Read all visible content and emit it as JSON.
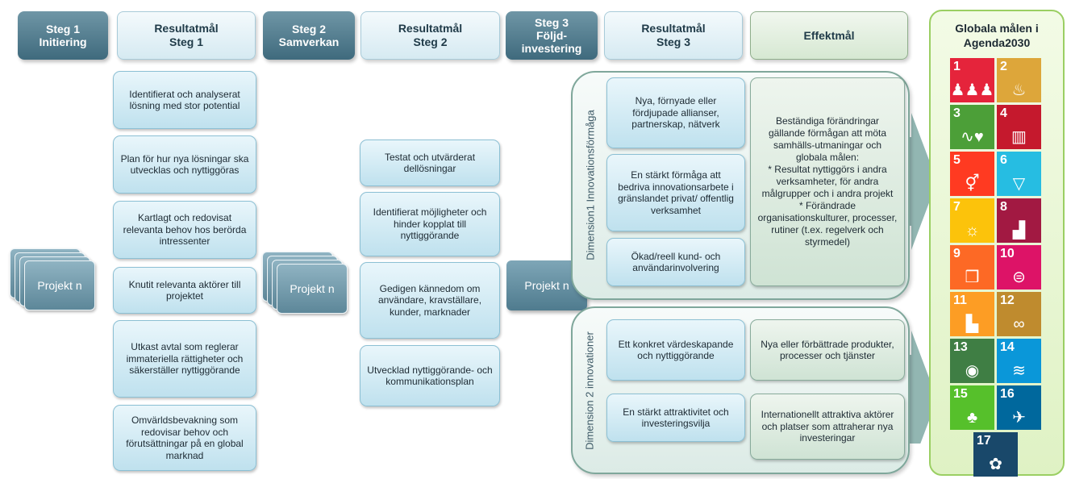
{
  "headers": {
    "steg1": "Steg 1\nInitiering",
    "res1": "Resultatmål\nSteg 1",
    "steg2": "Steg 2\nSamverkan",
    "res2": "Resultatmål\nSteg 2",
    "steg3": "Steg 3\nFöljd-\ninvestering",
    "res3": "Resultatmål\nSteg 3",
    "effekt": "Effektmål"
  },
  "steg1_results": [
    "Identifierat och analyserat lösning med stor potential",
    "Plan för hur nya lösningar ska utvecklas och nyttiggöras",
    "Kartlagt och redovisat relevanta behov hos berörda intressenter",
    "Knutit relevanta aktörer till projektet",
    "Utkast avtal som reglerar immateriella rättigheter och säkerställer nyttiggörande",
    "Omvärldsbevakning som redovisar behov och förutsättningar på en global marknad"
  ],
  "steg2_results": [
    "Testat och utvärderat dellösningar",
    "Identifierat möjligheter och hinder kopplat till nyttiggörande",
    "Gedigen kännedom om användare, kravställare, kunder, marknader",
    "Utvecklad nyttiggörande- och kommunikationsplan"
  ],
  "projekt_label": "Projekt n",
  "dimension1": {
    "label": "Dimension1 Innovationsförmåga",
    "results": [
      "Nya, förnyade eller fördjupade allianser, partnerskap, nätverk",
      "En stärkt förmåga att bedriva innovationsarbete i gränslandet privat/ offentlig verksamhet",
      "Ökad/reell kund- och användarinvolvering"
    ],
    "effekt": "Beständiga förändringar gällande förmågan att möta samhälls-utmaningar och globala målen:\n* Resultat nyttiggörs i andra verksamheter, för andra målgrupper och i andra projekt\n* Förändrade organisationskulturer, processer, rutiner (t.ex. regelverk och styrmedel)"
  },
  "dimension2": {
    "label": "Dimension 2 innovationer",
    "results": [
      "Ett konkret värdeskapande och nyttiggörande",
      "En stärkt attraktivitet och investeringsvilja"
    ],
    "effekt": [
      "Nya eller förbättrade produkter, processer och tjänster",
      "Internationellt attraktiva aktörer och platser som attraherar nya investeringar"
    ]
  },
  "sdg": {
    "title": "Globala målen i\nAgenda2030",
    "goals": [
      {
        "num": "1",
        "color": "#e5243b",
        "icon": "people-icon",
        "glyph": "♟♟♟"
      },
      {
        "num": "2",
        "color": "#dda63a",
        "icon": "bowl-icon",
        "glyph": "♨"
      },
      {
        "num": "3",
        "color": "#4c9f38",
        "icon": "heartbeat-icon",
        "glyph": "∿♥"
      },
      {
        "num": "4",
        "color": "#c5192d",
        "icon": "book-icon",
        "glyph": "▥"
      },
      {
        "num": "5",
        "color": "#ff3a21",
        "icon": "gender-icon",
        "glyph": "⚥"
      },
      {
        "num": "6",
        "color": "#26bde2",
        "icon": "water-icon",
        "glyph": "▽"
      },
      {
        "num": "7",
        "color": "#fcc30b",
        "icon": "sun-icon",
        "glyph": "☼"
      },
      {
        "num": "8",
        "color": "#a21942",
        "icon": "growth-chart-icon",
        "glyph": "▟"
      },
      {
        "num": "9",
        "color": "#fd6925",
        "icon": "cubes-icon",
        "glyph": "❒"
      },
      {
        "num": "10",
        "color": "#dd1367",
        "icon": "equal-icon",
        "glyph": "⊜"
      },
      {
        "num": "11",
        "color": "#fd9d24",
        "icon": "city-icon",
        "glyph": "▙"
      },
      {
        "num": "12",
        "color": "#bf8b2e",
        "icon": "infinity-icon",
        "glyph": "∞"
      },
      {
        "num": "13",
        "color": "#3f7e44",
        "icon": "eye-icon",
        "glyph": "◉"
      },
      {
        "num": "14",
        "color": "#0a97d9",
        "icon": "fish-icon",
        "glyph": "≋"
      },
      {
        "num": "15",
        "color": "#56c02b",
        "icon": "tree-icon",
        "glyph": "♣"
      },
      {
        "num": "16",
        "color": "#00689d",
        "icon": "dove-icon",
        "glyph": "✈"
      },
      {
        "num": "17",
        "color": "#19486a",
        "icon": "partnership-flower-icon",
        "glyph": "✿"
      }
    ]
  }
}
